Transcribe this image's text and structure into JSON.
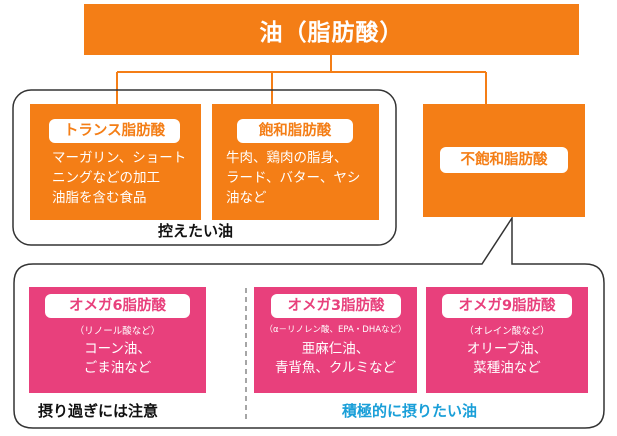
{
  "title": "油（脂肪酸）",
  "groups": {
    "avoid": {
      "caption": "控えたい油",
      "cards": [
        {
          "label": "トランス脂肪酸",
          "desc": "マーガリン、ショート\nニングなどの加工\n油脂を含む食品"
        },
        {
          "label": "飽和脂肪酸",
          "desc": "牛肉、鶏肉の脂身、\nラード、バター、ヤシ\n油など"
        }
      ]
    },
    "unsaturated": {
      "label": "不飽和脂肪酸"
    },
    "bottom": {
      "caution_caption": "摂り過ぎには注意",
      "want_caption": "積極的に摂りたい油",
      "cards": [
        {
          "label": "オメガ6脂肪酸",
          "sub": "（リノール酸など）",
          "desc": "コーン油、\nごま油など"
        },
        {
          "label": "オメガ3脂肪酸",
          "sub": "（α－リノレン酸、EPA・DHAなど）",
          "desc": "亜麻仁油、\n青背魚、クルミなど"
        },
        {
          "label": "オメガ9脂肪酸",
          "sub": "（オレイン酸など）",
          "desc": "オリーブ油、\n菜種油など"
        }
      ]
    }
  },
  "colors": {
    "orange": "#f47e16",
    "pink": "#e8407c",
    "caption_blue": "#1a9fd8",
    "line": "#333333"
  }
}
